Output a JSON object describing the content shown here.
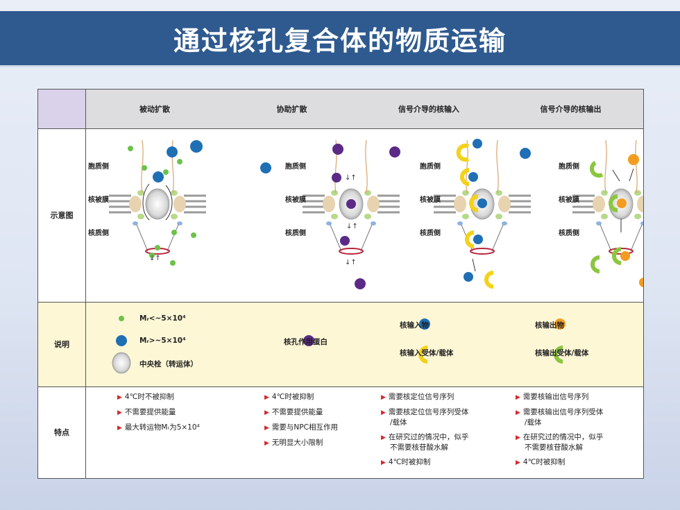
{
  "title": "通过核孔复合体的物质运输",
  "columns": [
    "被动扩散",
    "协助扩散",
    "信号介导的核输入",
    "信号介导的核输出"
  ],
  "row_labels": {
    "diagram": "示意图",
    "legend": "说明",
    "features": "特点"
  },
  "diagram_labels": {
    "cytoplasm": "胞质侧",
    "envelope": "核被膜",
    "nucleoplasm": "核质侧"
  },
  "legend": {
    "small": "Mᵣ<~5×10⁴",
    "large": "Mᵣ>~5×10⁴",
    "plug": "中央栓（转运体）",
    "npc_protein": "核孔作用蛋白",
    "import_cargo": "核输入物",
    "import_receptor": "核输入受体/载体",
    "export_cargo": "核输出物",
    "export_receptor": "核输出受体/载体"
  },
  "features": {
    "passive": [
      "4℃时不被抑制",
      "不需要提供能量",
      "最大转运物Mᵣ为5×10⁴"
    ],
    "facilitated": [
      "4℃时被抑制",
      "不需要提供能量",
      "需要与NPC相互作用",
      "无明显大小限制"
    ],
    "import": [
      "需要核定位信号序列",
      "需要核定位信号序列受体",
      "/载体",
      "在研究过的情况中，似乎",
      "不需要核苷酸水解",
      "4℃时被抑制"
    ],
    "export": [
      "需要核输出信号序列",
      "需要核输出信号序列受体",
      "/载体",
      "在研究过的情况中，似乎",
      "不需要核苷酸水解",
      "4℃时被抑制"
    ]
  },
  "colors": {
    "title_bg": "#2e5a8f",
    "small_molecule": "#6cc24a",
    "large_molecule": "#1f6fb5",
    "npc_protein": "#5b2a86",
    "export_cargo": "#f39c1f",
    "import_receptor": "#f3d21a",
    "export_receptor": "#8cc63f"
  }
}
